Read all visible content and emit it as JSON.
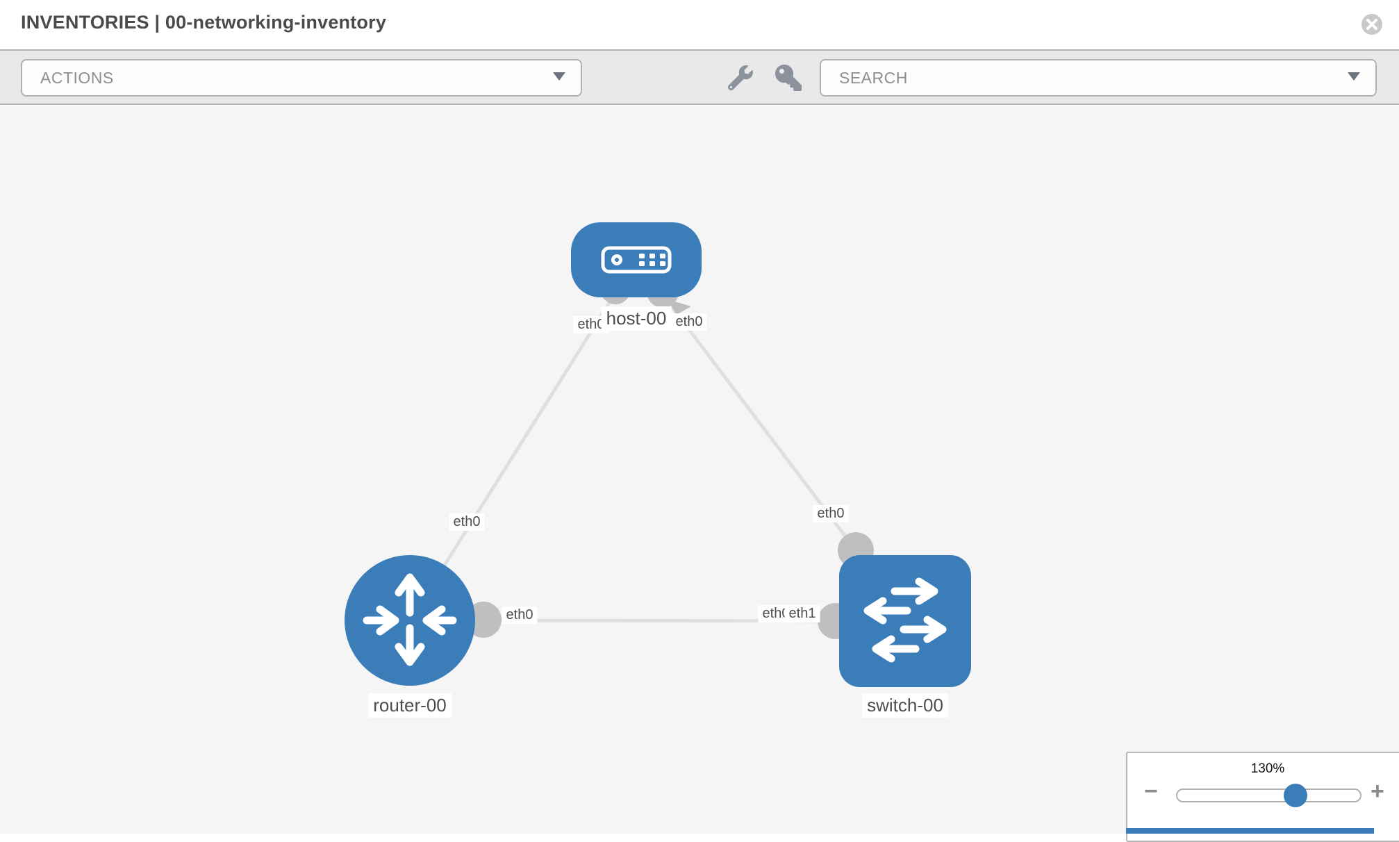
{
  "header": {
    "title": "INVENTORIES | 00-networking-inventory"
  },
  "toolbar": {
    "actions_label": "ACTIONS",
    "search_label": "SEARCH"
  },
  "graph": {
    "nodes": [
      {
        "label": "host-00",
        "type": "host"
      },
      {
        "label": "router-00",
        "type": "router"
      },
      {
        "label": "switch-00",
        "type": "switch"
      }
    ],
    "interfaces": {
      "host_left": "eth0",
      "host_right": "eth0",
      "router_uplink": "eth0",
      "router_link": "eth0",
      "switch_uplink": "eth0",
      "switch_link_hidden": "eth0",
      "switch_link": "eth1"
    },
    "links": [
      {
        "from": "router-00",
        "to": "host-00"
      },
      {
        "from": "host-00",
        "to": "switch-00"
      },
      {
        "from": "router-00",
        "to": "switch-00"
      }
    ],
    "colors": {
      "node": "#3b7db9",
      "link": "#dfdfdf",
      "endpoint": "#bfbfbf"
    }
  },
  "zoom_control": {
    "value": "130%",
    "percent": 130,
    "minus": "−",
    "plus": "+"
  }
}
